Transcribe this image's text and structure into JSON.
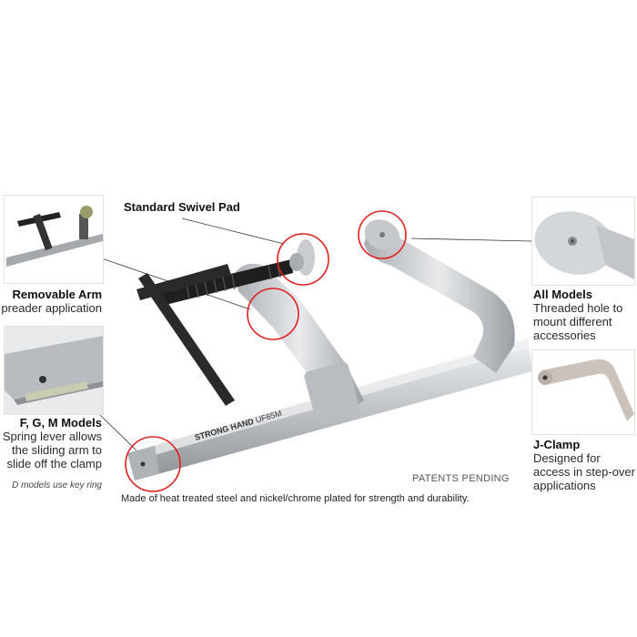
{
  "callouts": {
    "swivel_pad": "Standard Swivel Pad",
    "removable_arm": {
      "title": "Removable Arm",
      "desc": "preader application"
    },
    "fgm_models": {
      "title": "F, G, M Models",
      "line1": "Spring lever allows",
      "line2": "the sliding arm to",
      "line3": "slide off the clamp"
    },
    "d_models_note": "D models use key ring",
    "all_models": {
      "title": "All Models",
      "line1": "Threaded hole to",
      "line2": "mount different",
      "line3": "accessories"
    },
    "j_clamp": {
      "title": "J-Clamp",
      "line1": "Designed for",
      "line2": "access in step-over",
      "line3": "applications"
    }
  },
  "product": {
    "brand_marking": "STRONG HAND",
    "model_marking": "UF65M"
  },
  "patents": "PATENTS PENDING",
  "footer": "Made of heat treated steel and nickel/chrome plated for strength and durability.",
  "colors": {
    "highlight_circle": "#e02020",
    "steel": "#c9ccd0",
    "handle": "#2a2a2a"
  }
}
